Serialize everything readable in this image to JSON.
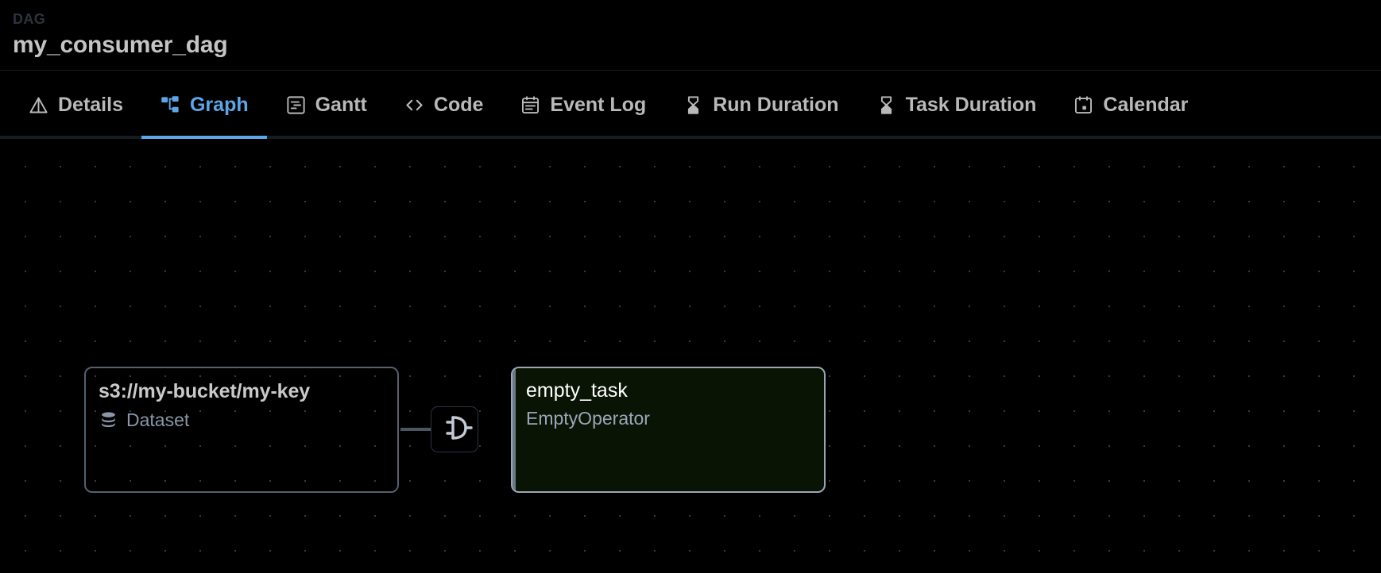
{
  "header": {
    "kicker": "DAG",
    "title": "my_consumer_dag"
  },
  "tabs": [
    {
      "label": "Details",
      "icon": "warning-triangle-icon",
      "active": false
    },
    {
      "label": "Graph",
      "icon": "graph-nodes-icon",
      "active": true
    },
    {
      "label": "Gantt",
      "icon": "gantt-chart-icon",
      "active": false
    },
    {
      "label": "Code",
      "icon": "angle-brackets-icon",
      "active": false
    },
    {
      "label": "Event Log",
      "icon": "calendar-list-icon",
      "active": false
    },
    {
      "label": "Run Duration",
      "icon": "hourglass-icon",
      "active": false
    },
    {
      "label": "Task Duration",
      "icon": "hourglass-icon",
      "active": false
    },
    {
      "label": "Calendar",
      "icon": "calendar-icon",
      "active": false
    }
  ],
  "graph": {
    "dataset_node": {
      "title": "s3://my-bucket/my-key",
      "subtitle": "Dataset",
      "icon": "database-stack-icon"
    },
    "task_node": {
      "title": "empty_task",
      "subtitle": "EmptyOperator"
    },
    "connector": {
      "icon": "plug-connector-icon"
    }
  },
  "colors": {
    "background": "#000000",
    "accent": "#5ca6e8",
    "text_primary": "#c4c4c4",
    "text_muted": "#8a97a8",
    "task_node_fill": "#0a1405",
    "node_border": "#54606e"
  }
}
